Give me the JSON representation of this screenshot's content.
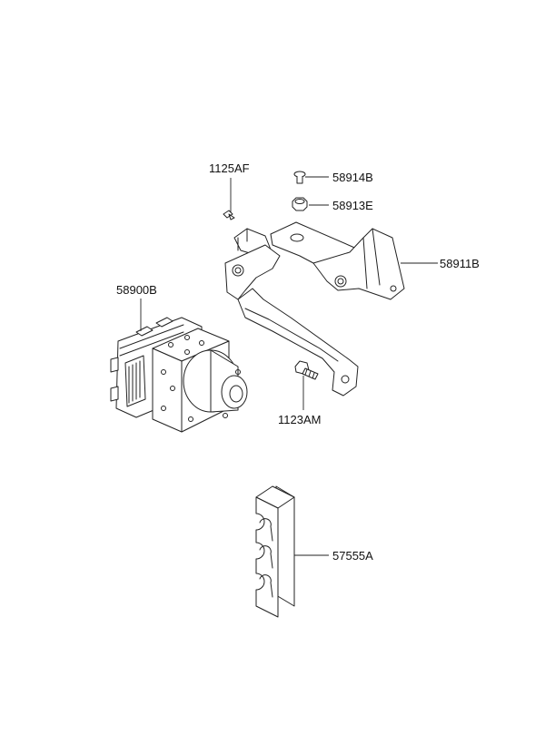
{
  "parts": [
    {
      "id": "abs-module",
      "number": "58900B"
    },
    {
      "id": "bolt-small",
      "number": "1125AF"
    },
    {
      "id": "screw-top",
      "number": "58914B"
    },
    {
      "id": "nut",
      "number": "58913E"
    },
    {
      "id": "bracket",
      "number": "58911B"
    },
    {
      "id": "bolt-lower",
      "number": "1123AM"
    },
    {
      "id": "tube-clip",
      "number": "57555A"
    }
  ],
  "colors": {
    "line": "#222222",
    "background": "#ffffff"
  }
}
